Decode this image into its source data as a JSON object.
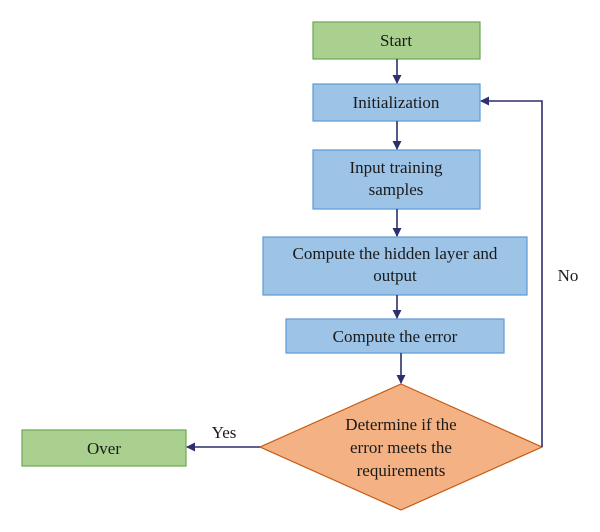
{
  "nodes": {
    "start": "Start",
    "init": "Initialization",
    "input": [
      "Input training",
      "samples"
    ],
    "hidden": [
      "Compute the hidden layer and",
      "output"
    ],
    "error": "Compute the error",
    "decision": [
      "Determine if the",
      "error meets the",
      "requirements"
    ],
    "over": "Over"
  },
  "edges": {
    "yes": "Yes",
    "no": "No"
  },
  "colors": {
    "terminal_fill": "#a9d08e",
    "process_fill": "#9dc3e6",
    "decision_fill": "#f4b183",
    "arrow": "#2e2f6e"
  }
}
